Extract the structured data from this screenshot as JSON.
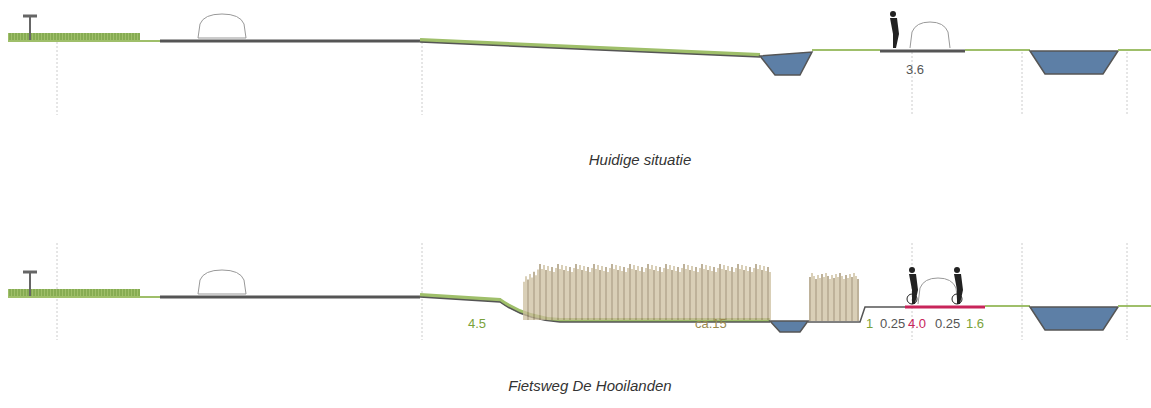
{
  "diagram": {
    "labels": [
      "3.6",
      "Huidige situatie",
      "4.5",
      "ca.15",
      "1",
      "0.25",
      "4.0",
      "0.25",
      "1.6",
      "Fietsweg De Hooilanden"
    ]
  }
}
